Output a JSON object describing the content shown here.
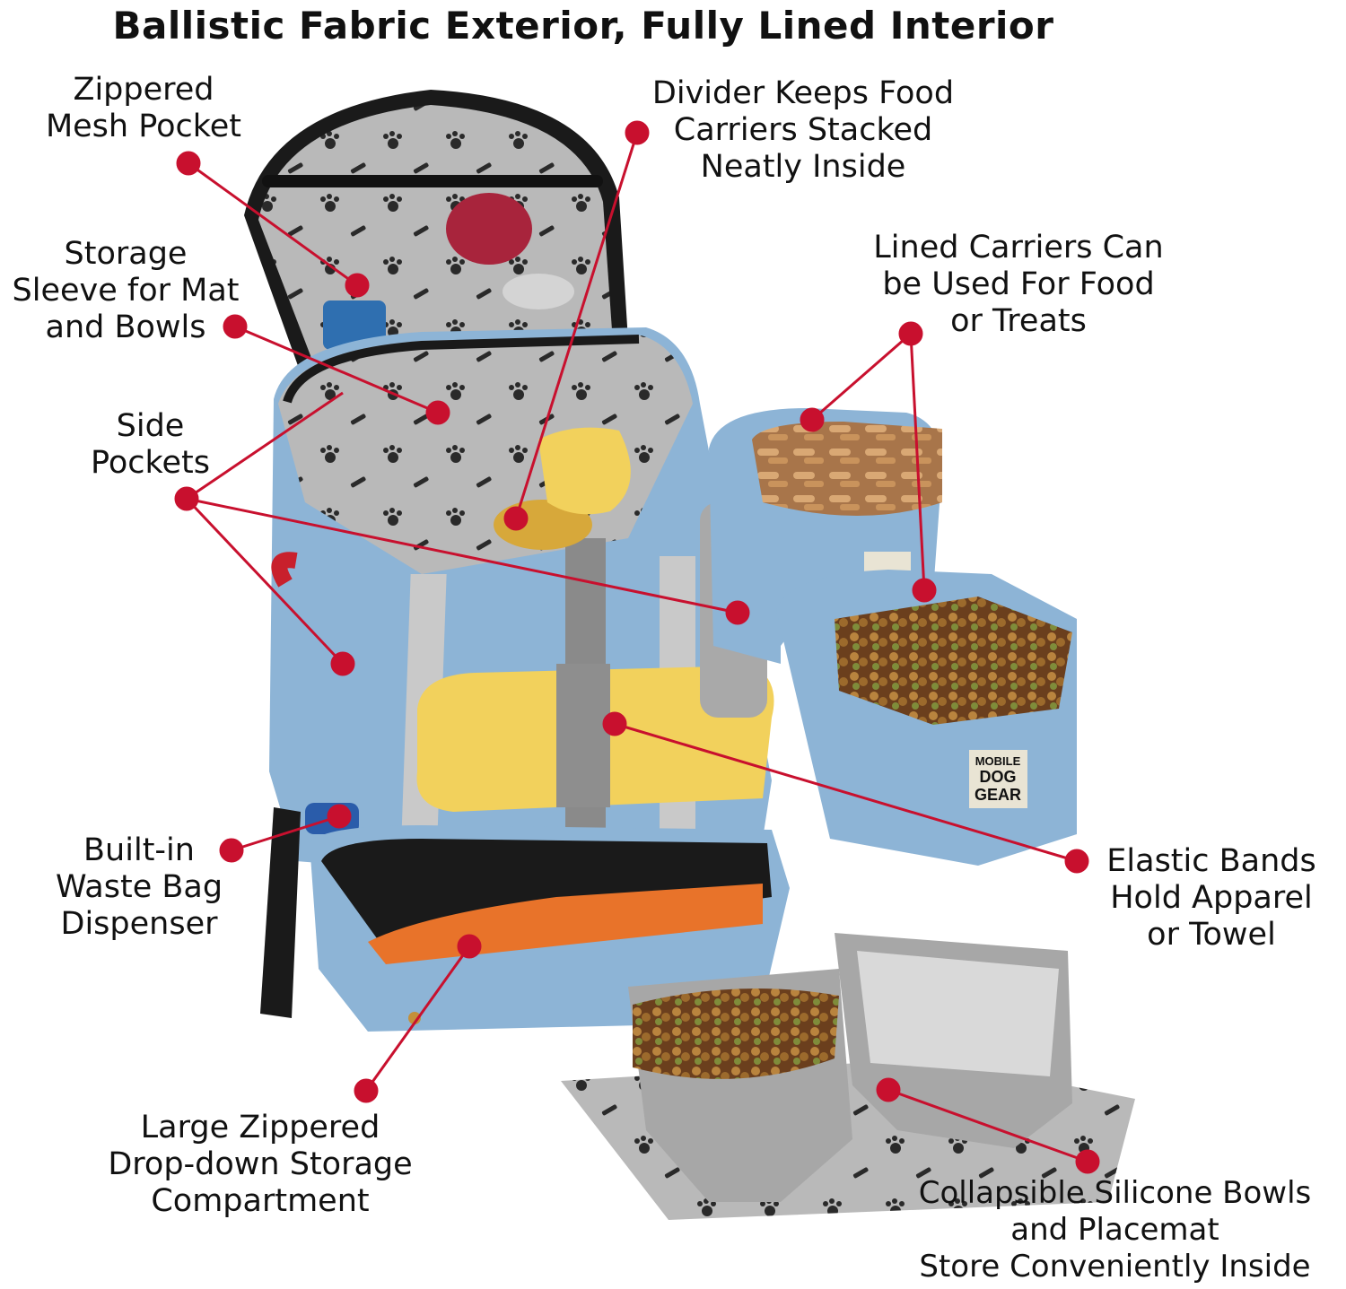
{
  "title": "Ballistic Fabric Exterior, Fully Lined Interior",
  "colors": {
    "callout": "#c8102e",
    "bag": "#8db4d6",
    "bag_dark": "#6f97bd",
    "lining": "#bcbcbc",
    "trim": "#1a1a1a",
    "yellow": "#f2d15c",
    "orange": "#e8732a",
    "mat": "#bdbdbd"
  },
  "callouts": {
    "mesh_pocket": [
      "Zippered",
      "Mesh Pocket"
    ],
    "storage_sleeve": [
      "Storage",
      "Sleeve for Mat",
      "and Bowls"
    ],
    "side_pockets": [
      "Side",
      "Pockets"
    ],
    "waste_bag": [
      "Built-in",
      "Waste Bag",
      "Dispenser"
    ],
    "drop_down": [
      "Large Zippered",
      "Drop-down Storage",
      "Compartment"
    ],
    "divider": [
      "Divider Keeps Food",
      "Carriers Stacked",
      "Neatly Inside"
    ],
    "lined_carriers": [
      "Lined Carriers Can",
      "be Used For Food",
      "or Treats"
    ],
    "elastic_bands": [
      "Elastic Bands",
      "Hold Apparel",
      "or Towel"
    ],
    "bowls": [
      "Collapsible Silicone Bowls",
      "and Placemat",
      "Store Conveniently Inside"
    ]
  },
  "brand_labels": [
    "MOBILE",
    "DOG",
    "GEAR"
  ]
}
